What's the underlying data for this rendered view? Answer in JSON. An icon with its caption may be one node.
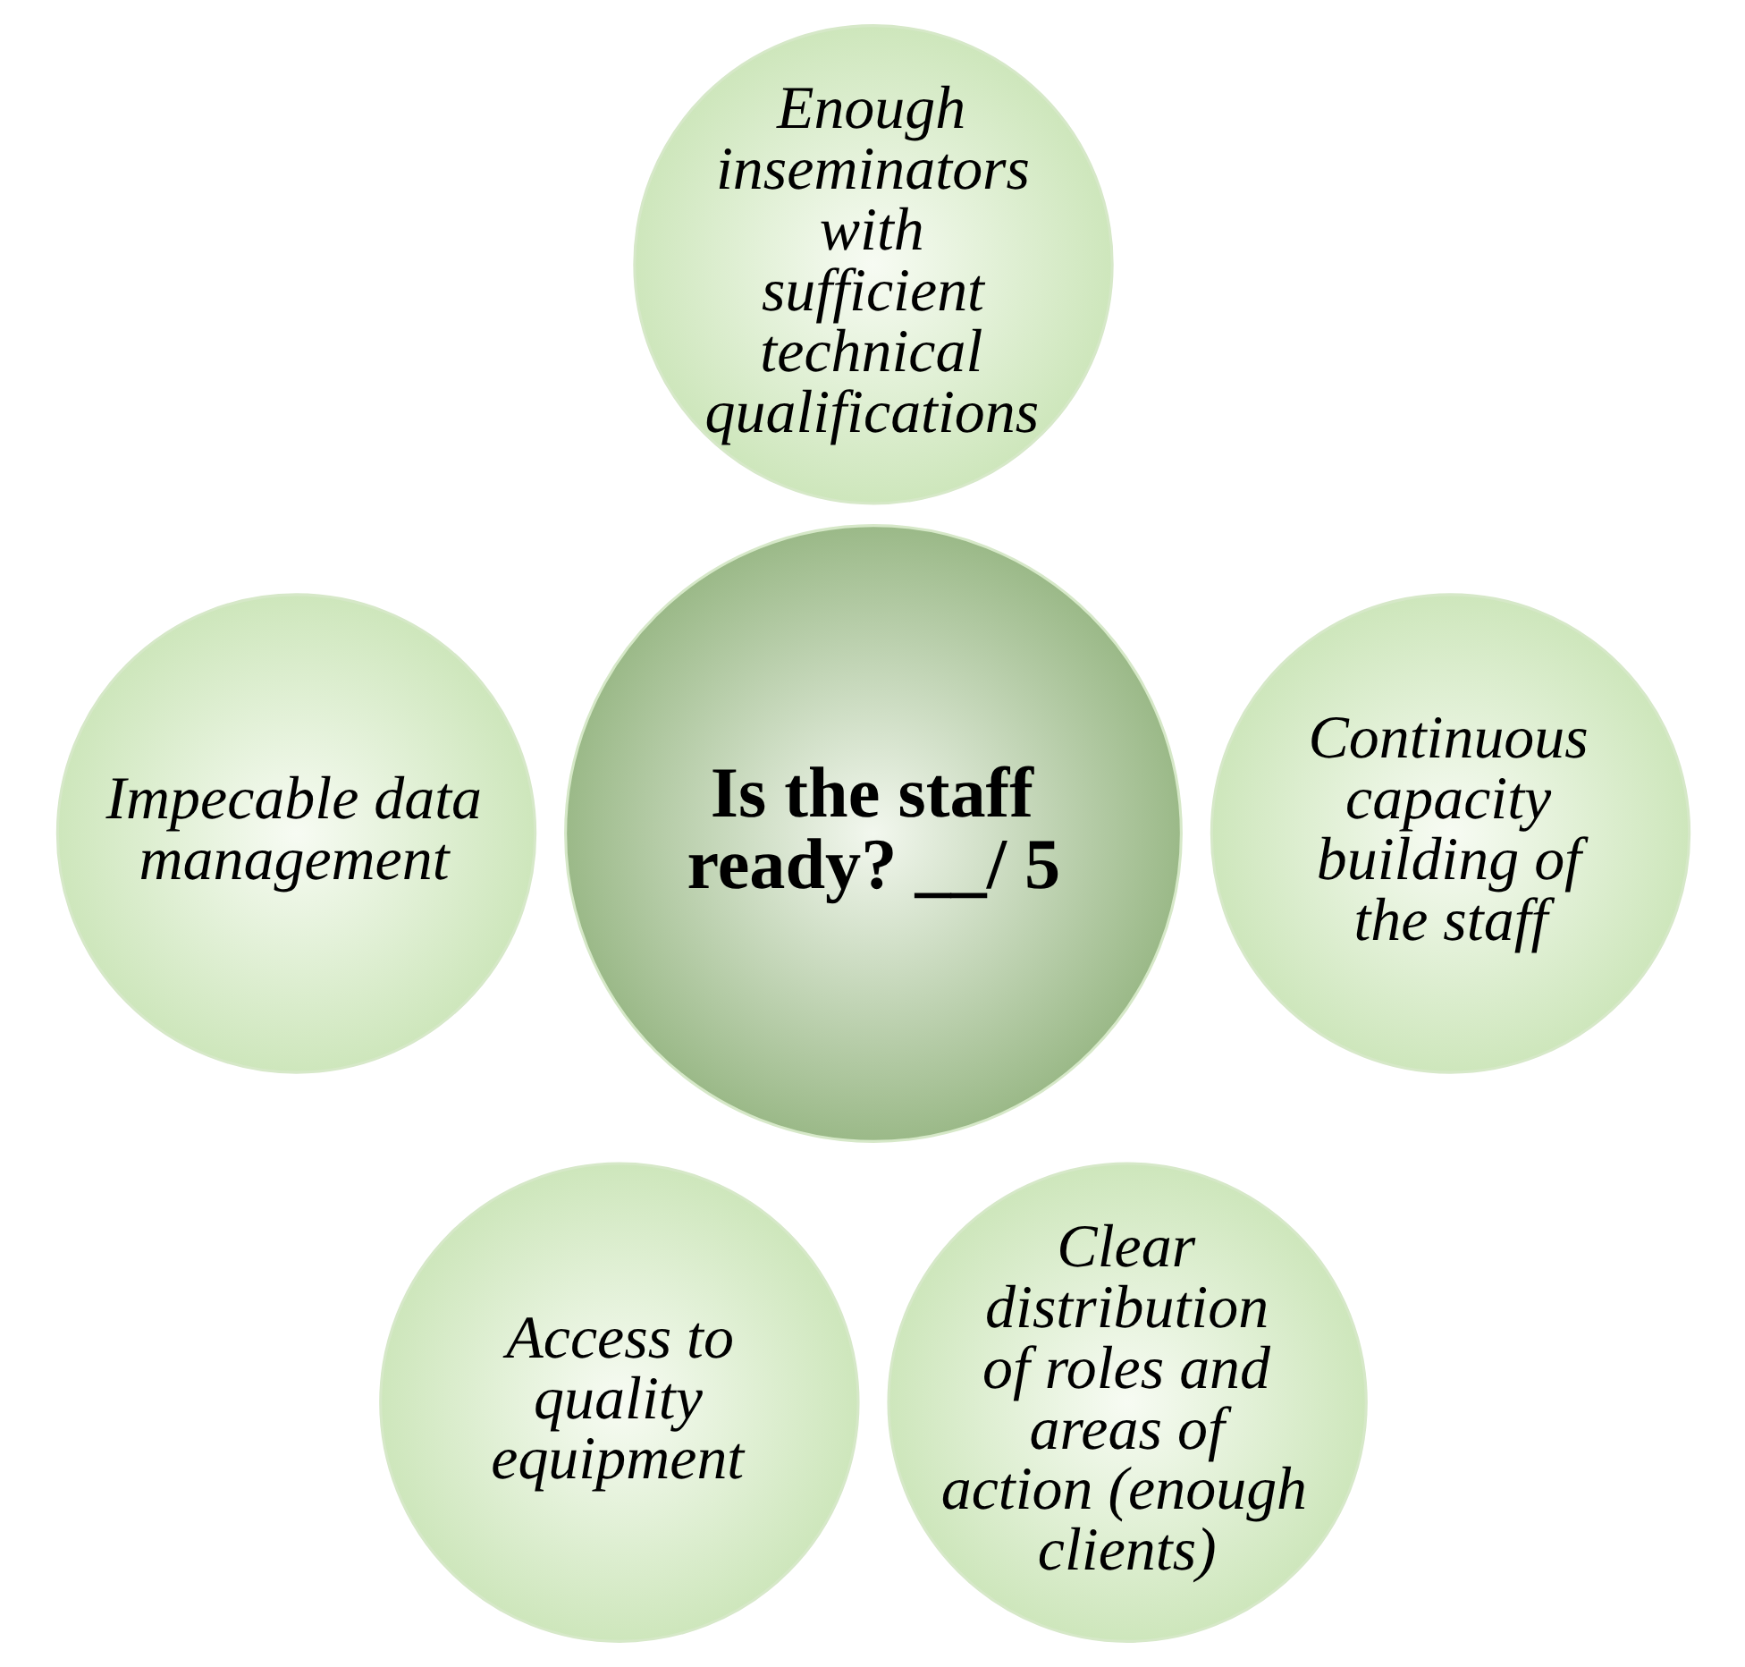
{
  "diagram": {
    "nodes": [
      {
        "text": [
          "Enough inseminators with sufficient technical qualifications"
        ]
      },
      {
        "text": [
          "Impecable data management"
        ]
      },
      {
        "text": [
          "Is the staff ready? __/ 5"
        ]
      },
      {
        "text": [
          "Continuous capacity building of the staff"
        ]
      },
      {
        "text": [
          "Access to quality equipment"
        ]
      },
      {
        "text": [
          "Clear distribution of roles and areas of action (enough clients)"
        ]
      }
    ]
  }
}
